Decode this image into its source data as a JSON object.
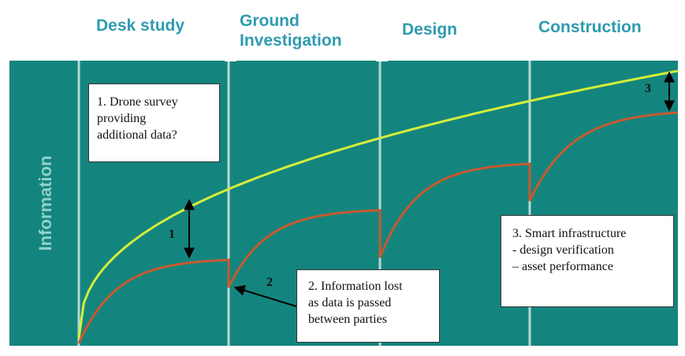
{
  "stages": [
    {
      "label_lines": [
        "Desk study"
      ]
    },
    {
      "label_lines": [
        "Ground",
        "Investigation"
      ]
    },
    {
      "label_lines": [
        "Design"
      ]
    },
    {
      "label_lines": [
        "Construction"
      ]
    }
  ],
  "axis": {
    "y_label": "Information"
  },
  "callouts": [
    {
      "lines": [
        "1. Drone survey",
        "providing",
        "additional data?"
      ]
    },
    {
      "lines": [
        "2. Information lost",
        "as data is passed",
        "between parties"
      ]
    },
    {
      "lines": [
        "3. Smart infrastructure",
        "- design verification",
        "– asset performance"
      ]
    }
  ],
  "markers": [
    "1",
    "2",
    "3"
  ],
  "colors": {
    "background": "#14857e",
    "stage_title": "#2f9bb0",
    "ideal_curve": "#d6ee3a",
    "actual_curve": "#c65a2e",
    "divider": "#cfe9e6"
  }
}
